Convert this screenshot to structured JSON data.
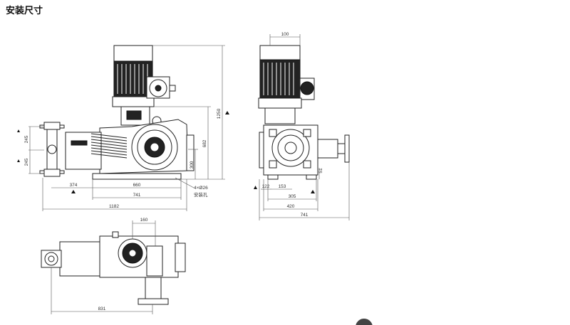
{
  "title": "安装尺寸",
  "dims": {
    "d245_top": "245",
    "d245_bot": "245",
    "d374": "374",
    "d660": "660",
    "d741_front": "741",
    "d1182": "1182",
    "d1250": "1250",
    "d682": "682",
    "d300": "300",
    "hole": "4×Ø26",
    "hole_label": "安装孔",
    "d100": "100",
    "d122": "122",
    "d153": "153",
    "d305": "305",
    "d420": "420",
    "d741_side": "741",
    "d51": "51",
    "d160": "160",
    "d831": "831"
  },
  "colors": {
    "line": "#222222",
    "fill": "#ffffff",
    "dark": "#222222"
  }
}
